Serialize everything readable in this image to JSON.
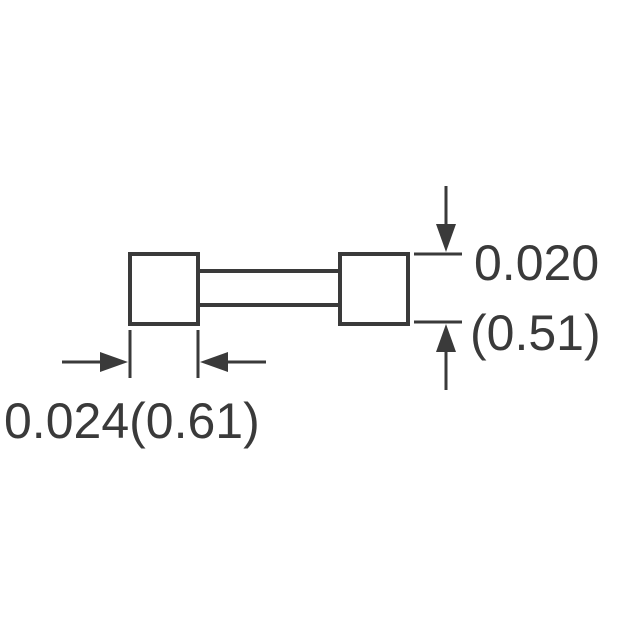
{
  "diagram": {
    "width_dimension": {
      "inch": "0.024",
      "mm": "(0.61)"
    },
    "height_dimension": {
      "inch": "0.020",
      "mm": "(0.51)"
    },
    "colors": {
      "stroke": "#3a3a3a",
      "background": "#ffffff"
    }
  }
}
